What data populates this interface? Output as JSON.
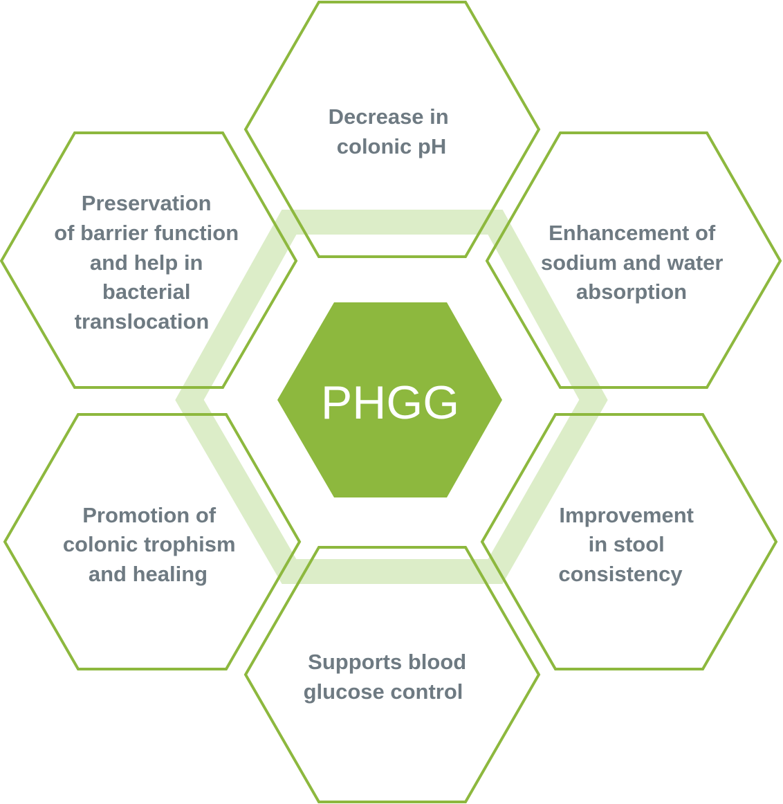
{
  "colors": {
    "hex_outline": "#8DB83E",
    "ring": "#DCEDC8",
    "center_fill": "#8DB83E",
    "center_text": "#FFFFFF",
    "benefit_text": "#6E7A82"
  },
  "center": {
    "label": "PHGG"
  },
  "benefits": [
    {
      "id": "top",
      "lines": [
        "Decrease in",
        "colonic pH"
      ]
    },
    {
      "id": "upper-right",
      "lines": [
        "Enhancement of",
        "sodium and water",
        "absorption"
      ]
    },
    {
      "id": "lower-right",
      "lines": [
        "Improvement",
        "in stool",
        "consistency"
      ]
    },
    {
      "id": "bottom",
      "lines": [
        "Supports blood",
        "glucose control"
      ]
    },
    {
      "id": "lower-left",
      "lines": [
        "Promotion of",
        "colonic trophism",
        "and healing"
      ]
    },
    {
      "id": "upper-left",
      "lines": [
        "Preservation",
        "of barrier function",
        "and help in",
        "bacterial",
        "translocation"
      ]
    }
  ]
}
